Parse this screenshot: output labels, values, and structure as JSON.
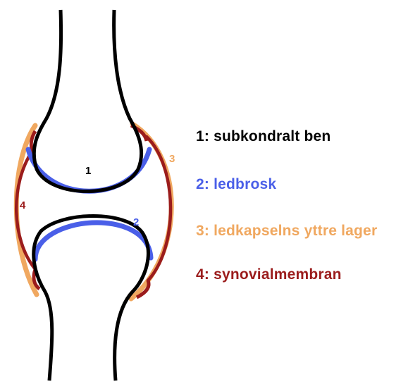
{
  "colors": {
    "bone": "#000000",
    "cartilage": "#4a5fe8",
    "capsule_outer": "#f0a860",
    "synovial": "#9b1c1c"
  },
  "labels": {
    "n1": "1",
    "n2": "2",
    "n3": "3",
    "n4": "4"
  },
  "legend": [
    {
      "text": "1: subkondralt ben",
      "color": "#000000"
    },
    {
      "text": "2: ledbrosk",
      "color": "#4a5fe8"
    },
    {
      "text": "3: ledkapselns yttre lager",
      "color": "#f0a860"
    },
    {
      "text": "4: synovialmembran",
      "color": "#9b1c1c"
    }
  ]
}
